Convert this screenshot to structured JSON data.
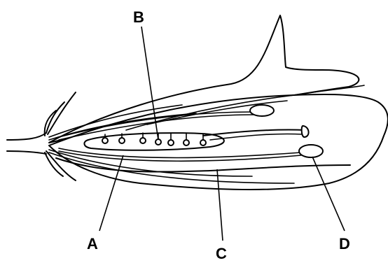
{
  "labels": {
    "a": "A",
    "b": "B",
    "c": "C",
    "d": "D"
  }
}
